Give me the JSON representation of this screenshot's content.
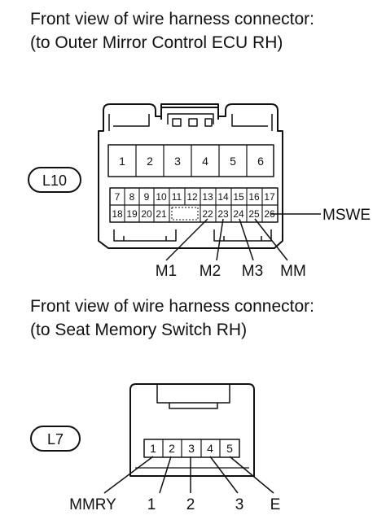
{
  "connectors": [
    {
      "caption_line1": "Front view of wire harness connector:",
      "caption_line2": "(to Outer Mirror Control ECU RH)",
      "id": "L10",
      "top_row": [
        "1",
        "2",
        "3",
        "4",
        "5",
        "6"
      ],
      "mid_row": [
        "7",
        "8",
        "9",
        "10",
        "11",
        "12",
        "13",
        "14",
        "15",
        "16",
        "17"
      ],
      "bot_row": [
        "18",
        "19",
        "20",
        "21",
        "22",
        "23",
        "24",
        "25",
        "26"
      ],
      "signals": {
        "m1": "M1",
        "m2": "M2",
        "m3": "M3",
        "mm": "MM",
        "mswe": "MSWE"
      }
    },
    {
      "caption_line1": "Front view of wire harness connector:",
      "caption_line2": "(to Seat Memory Switch RH)",
      "id": "L7",
      "pins": [
        "1",
        "2",
        "3",
        "4",
        "5"
      ],
      "signals": {
        "mmry": "MMRY",
        "s1": "1",
        "s2": "2",
        "s3": "3",
        "e": "E"
      }
    }
  ]
}
